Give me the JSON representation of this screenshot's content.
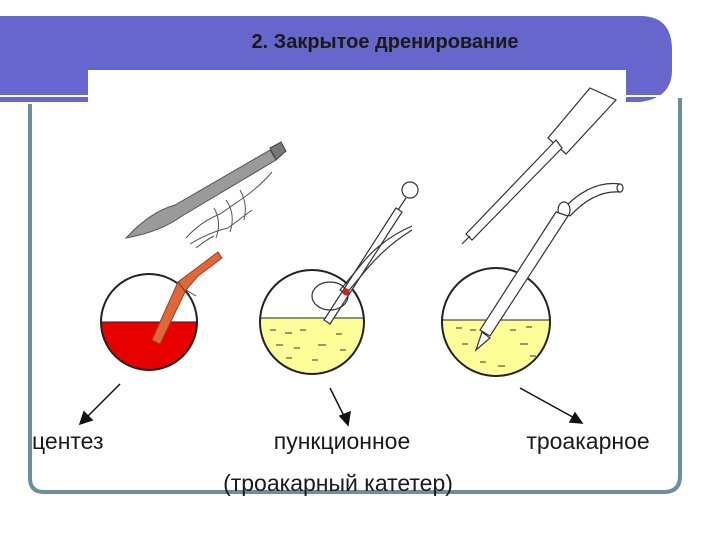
{
  "slide": {
    "title": "2. Закрытое дренирование"
  },
  "colors": {
    "header_band": "#6666cc",
    "frame_border": "#6b8f9e",
    "blood_fill": "#e60000",
    "fluid_fill": "#ffff99",
    "catheter_orange": "#e0673a"
  },
  "labels": {
    "left": "центез",
    "middle_line1": "пункционное",
    "middle_line2": "(троакарный катетер)",
    "right": "троакарное"
  },
  "icons": [
    "scalpel-icon",
    "puncture-needle-icon",
    "syringe-icon",
    "trocar-icon"
  ]
}
